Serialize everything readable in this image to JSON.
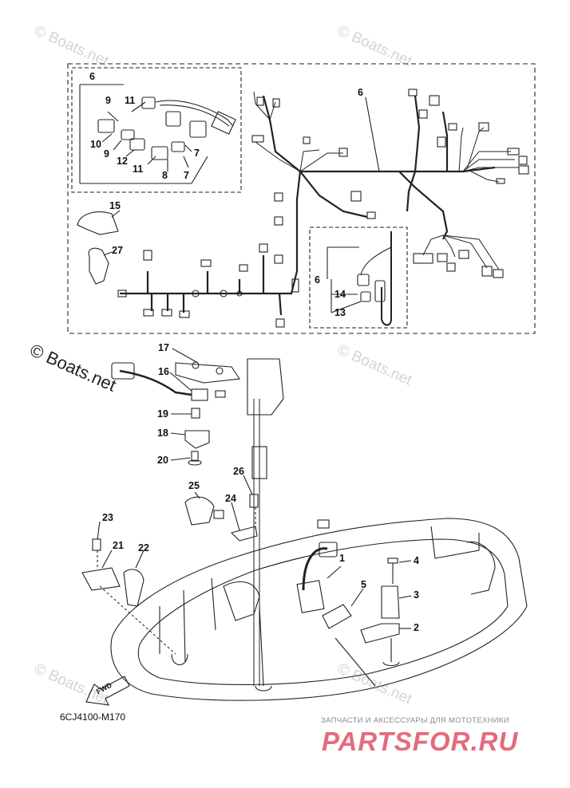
{
  "watermark": "© Boats.net",
  "diagram_code": "6CJ4100-M170",
  "fwd_label": "FWD",
  "site_slogan": "ЗАПЧАСТИ И АКСЕССУАРЫ ДЛЯ МОТОТЕХНИКИ",
  "site_brand": "PARTSFOR.RU",
  "callouts": {
    "c1": "1",
    "c2": "2",
    "c3": "3",
    "c4": "4",
    "c5": "5",
    "c6a": "6",
    "c6b": "6",
    "c6c": "6",
    "c7a": "7",
    "c7b": "7",
    "c8": "8",
    "c9a": "9",
    "c9b": "9",
    "c10": "10",
    "c11a": "11",
    "c11b": "11",
    "c12": "12",
    "c13": "13",
    "c14": "14",
    "c15": "15",
    "c16": "16",
    "c17": "17",
    "c18": "18",
    "c19": "19",
    "c20": "20",
    "c21": "21",
    "c22": "22",
    "c23": "23",
    "c24": "24",
    "c25": "25",
    "c26": "26",
    "c27": "27"
  }
}
